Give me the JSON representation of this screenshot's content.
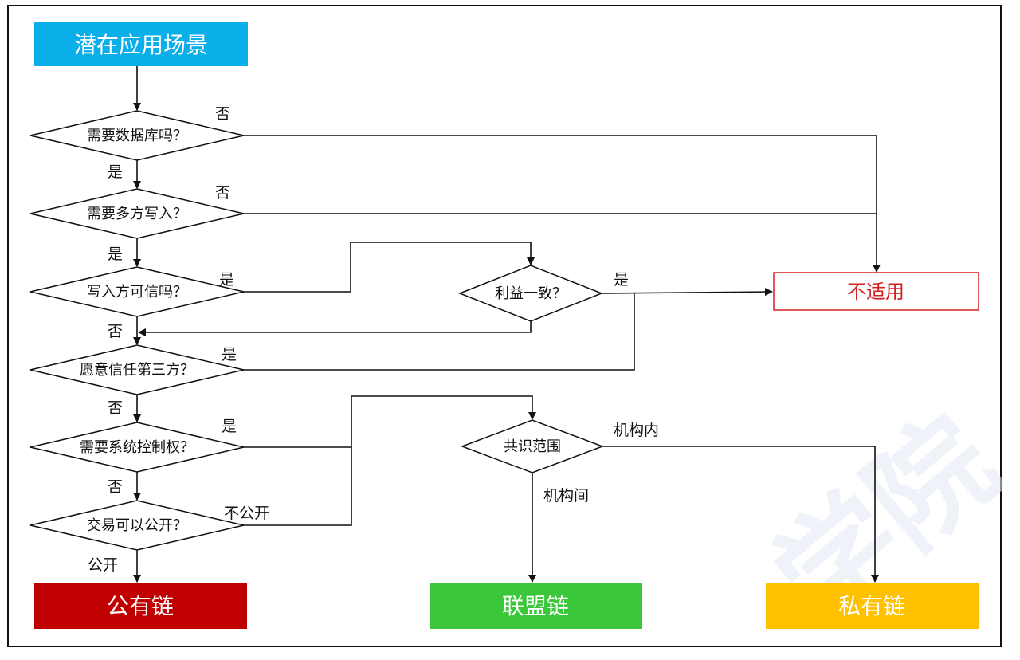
{
  "start": "潜在应用场景",
  "decisions": {
    "d1": "需要数据库吗？",
    "d2": "需要多方写入？",
    "d3": "写入方可信吗？",
    "d4": "利益一致？",
    "d5": "愿意信任第三方？",
    "d6": "需要系统控制权？",
    "d7": "交易可以公开？",
    "d8": "共识范围"
  },
  "edge_labels": {
    "yes": "是",
    "no": "否",
    "not_public": "不公开",
    "public": "公开",
    "within_org": "机构内",
    "between_org": "机构间"
  },
  "outcomes": {
    "not_applicable": "不适用",
    "public_chain": "公有链",
    "consortium_chain": "联盟链",
    "private_chain": "私有链"
  },
  "watermark": "学院",
  "colors": {
    "start_bg": "#0aaee8",
    "not_applicable_border": "#d42020",
    "not_applicable_text": "#d42020",
    "public_chain_bg": "#c00000",
    "consortium_chain_bg": "#3ac73a",
    "private_chain_bg": "#ffc000"
  }
}
